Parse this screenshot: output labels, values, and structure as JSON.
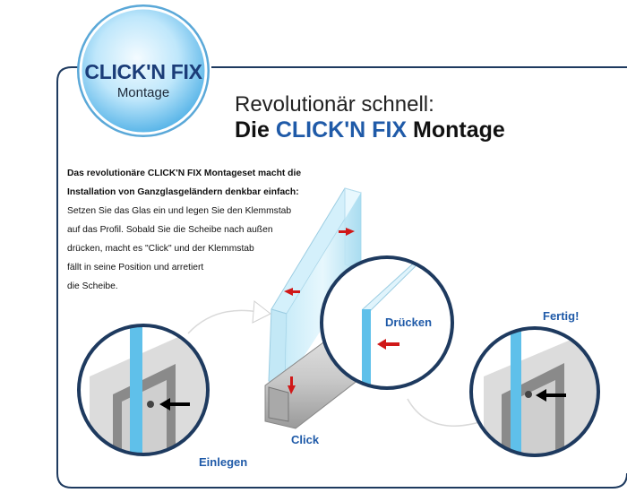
{
  "badge": {
    "brand": "CLICK'N FIX",
    "sub": "Montage"
  },
  "headline": {
    "line1": "Revolutionär schnell:",
    "line2_prefix": "Die ",
    "line2_brand": "CLICK'N FIX",
    "line2_suffix": " Montage"
  },
  "intro": {
    "bold_line1": "Das revolutionäre CLICK'N FIX Montageset macht die",
    "bold_line2": "Installation von Ganzglasgeländern denkbar einfach:",
    "lines": [
      "Setzen Sie das Glas ein und legen Sie den Klemmstab",
      "auf das Profil. Sobald Sie die Scheibe nach außen",
      "drücken, macht es \"Click\" und der Klemmstab",
      "fällt in seine Position und arretiert",
      "die Scheibe."
    ]
  },
  "steps": {
    "einlegen": "Einlegen",
    "click": "Click",
    "druecken": "Drücken",
    "fertig": "Fertig!"
  },
  "colors": {
    "frame": "#1e3a5f",
    "brand_blue": "#1f5aa8",
    "arrow_red": "#d01818",
    "glass": "#8fd0ea"
  }
}
